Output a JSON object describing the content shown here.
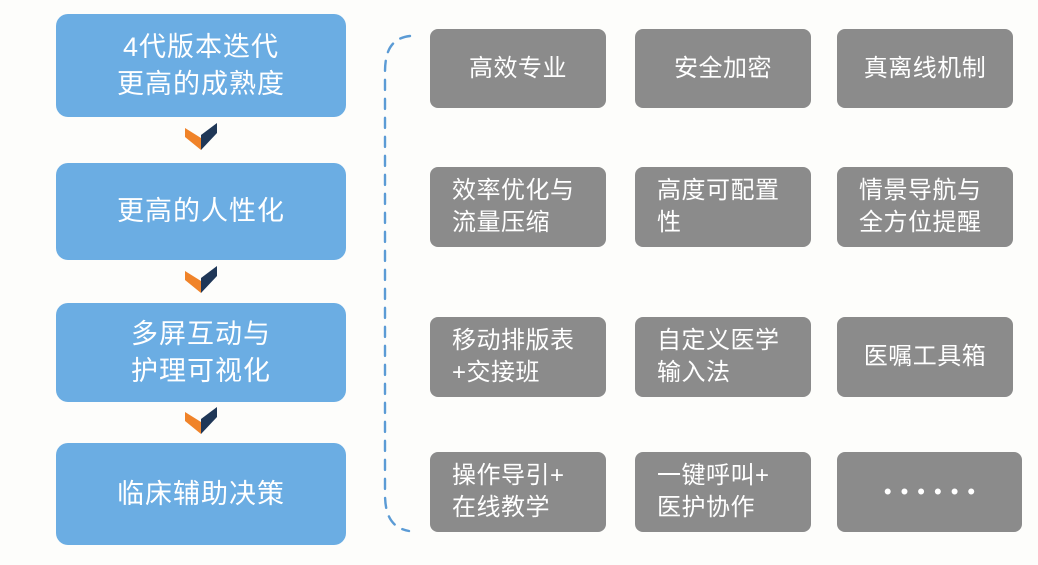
{
  "colors": {
    "flow_box_blue": "#6bade3",
    "card_gray": "#8b8b8b",
    "arrow_orange": "#f08329",
    "arrow_navy": "#1f3757",
    "bracket_blue": "#5b9bd5",
    "text_white": "#ffffff"
  },
  "flow": {
    "steps": [
      {
        "label": "4代版本迭代\n更高的成熟度"
      },
      {
        "label": "更高的人性化"
      },
      {
        "label": "多屏互动与\n护理可视化"
      },
      {
        "label": "临床辅助决策"
      }
    ]
  },
  "grid": {
    "cards": [
      {
        "label": "高效专业"
      },
      {
        "label": "安全加密"
      },
      {
        "label": "真离线机制"
      },
      {
        "label": "效率优化与\n流量压缩"
      },
      {
        "label": "高度可配置\n性"
      },
      {
        "label": "情景导航与\n全方位提醒"
      },
      {
        "label": "移动排版表\n+交接班"
      },
      {
        "label": "自定义医学\n输入法"
      },
      {
        "label": "医嘱工具箱"
      },
      {
        "label": "操作导引+\n在线教学"
      },
      {
        "label": "一键呼叫+\n医护协作"
      },
      {
        "label": "••••••"
      }
    ]
  }
}
